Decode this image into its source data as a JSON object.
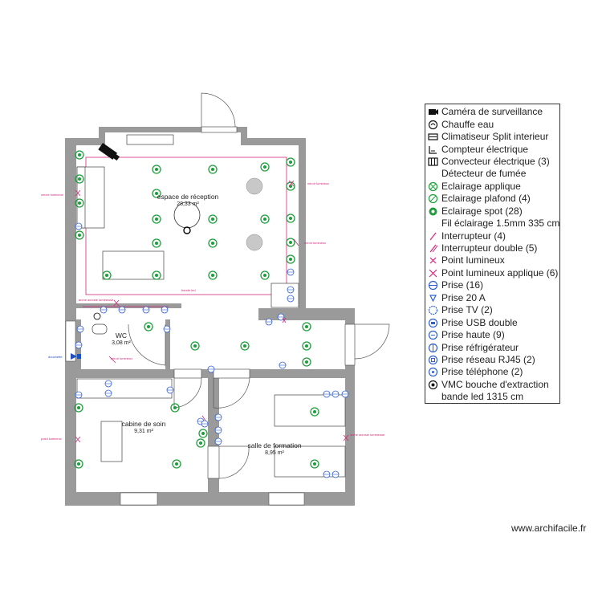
{
  "rooms": [
    {
      "name": "espace de réception",
      "area": "28,33 m²"
    },
    {
      "name": "WC",
      "area": "3,08 m²"
    },
    {
      "name": "cabine de soin",
      "area": "9,31 m²"
    },
    {
      "name": "salle de formation",
      "area": "8,95 m²"
    }
  ],
  "annotations": {
    "left_reception": "cercle lumineux",
    "right_reception_top": "miroir lumineux",
    "right_reception_mid": "miroir lumineux",
    "wc_left": "douchette",
    "wc_mirror": "miroir lumineux",
    "left_cabine": "point lumineux",
    "right_formation": "arche acrosie lumineuse",
    "bottom_reception": "bande led",
    "wc_top": "arche acrosie lumineuse"
  },
  "legend": {
    "items": [
      {
        "icon": "camera-icon",
        "label": "Caméra de surveillance"
      },
      {
        "icon": "water-heater-icon",
        "label": "Chauffe eau"
      },
      {
        "icon": "air-conditioner-icon",
        "label": "Climatiseur Split interieur"
      },
      {
        "icon": "electric-meter-icon",
        "label": "Compteur électrique"
      },
      {
        "icon": "convector-icon",
        "label": "Convecteur électrique (3)"
      },
      {
        "icon": "smoke-detector-icon",
        "label": "Détecteur de fumée"
      },
      {
        "icon": "wall-light-icon",
        "label": "Eclairage applique"
      },
      {
        "icon": "ceiling-light-icon",
        "label": "Eclairage plafond (4)"
      },
      {
        "icon": "spot-light-icon",
        "label": "Eclairage spot (28)"
      },
      {
        "icon": "lighting-wire-icon",
        "label": "Fil éclairage 1.5mm 335 cm"
      },
      {
        "icon": "switch-icon",
        "label": "Interrupteur (4)"
      },
      {
        "icon": "double-switch-icon",
        "label": "Interrupteur double (5)"
      },
      {
        "icon": "light-point-icon",
        "label": "Point lumineux"
      },
      {
        "icon": "wall-light-point-icon",
        "label": "Point lumineux applique (6)"
      },
      {
        "icon": "socket-icon",
        "label": "Prise (16)"
      },
      {
        "icon": "socket-20a-icon",
        "label": "Prise 20 A"
      },
      {
        "icon": "tv-socket-icon",
        "label": "Prise TV (2)"
      },
      {
        "icon": "usb-socket-icon",
        "label": "Prise USB double"
      },
      {
        "icon": "high-socket-icon",
        "label": "Prise haute (9)"
      },
      {
        "icon": "fridge-socket-icon",
        "label": "Prise réfrigérateur"
      },
      {
        "icon": "rj45-socket-icon",
        "label": "Prise réseau RJ45 (2)"
      },
      {
        "icon": "phone-socket-icon",
        "label": "Prise téléphone (2)"
      },
      {
        "icon": "vmc-icon",
        "label": "VMC bouche d'extraction"
      },
      {
        "icon": "led-strip-icon",
        "label": "bande led 1315 cm"
      }
    ]
  },
  "watermark": "www.archifacile.fr",
  "colors": {
    "wall": "#9a9a9a",
    "spot": "#1e9e3a",
    "led": "#d0287a",
    "socket": "#3060d0",
    "outline": "#333333"
  }
}
